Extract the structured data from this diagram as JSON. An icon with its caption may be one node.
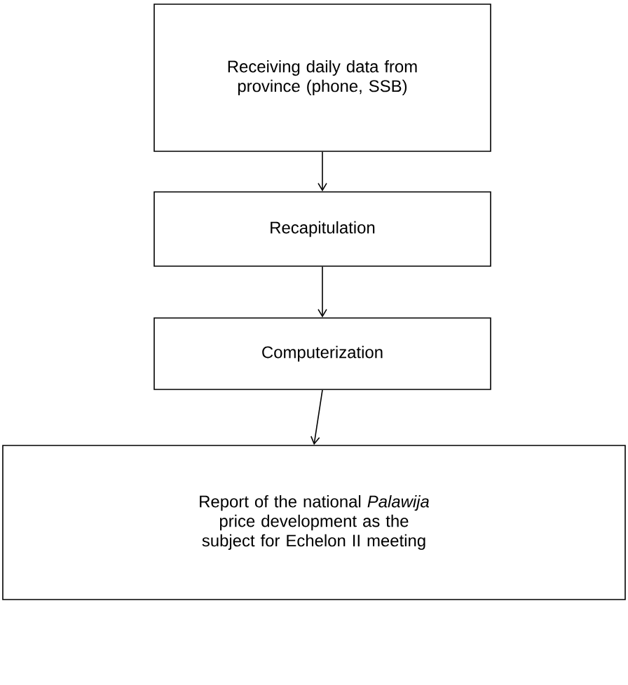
{
  "diagram": {
    "nodes": [
      {
        "text": [
          "Receiving daily data from province (phone, SSB)"
        ]
      },
      {
        "text": [
          "Recapitulation"
        ]
      },
      {
        "text": [
          "Computerization"
        ]
      },
      {
        "text": [
          "Report of the national *Palawija* price development as the subject for Echelon II meeting"
        ]
      }
    ],
    "edges": [
      {
        "from": 0,
        "to": 1,
        "arrow": "to"
      },
      {
        "from": 1,
        "to": 2,
        "arrow": "to"
      },
      {
        "from": 2,
        "to": 3,
        "arrow": "to"
      }
    ]
  }
}
